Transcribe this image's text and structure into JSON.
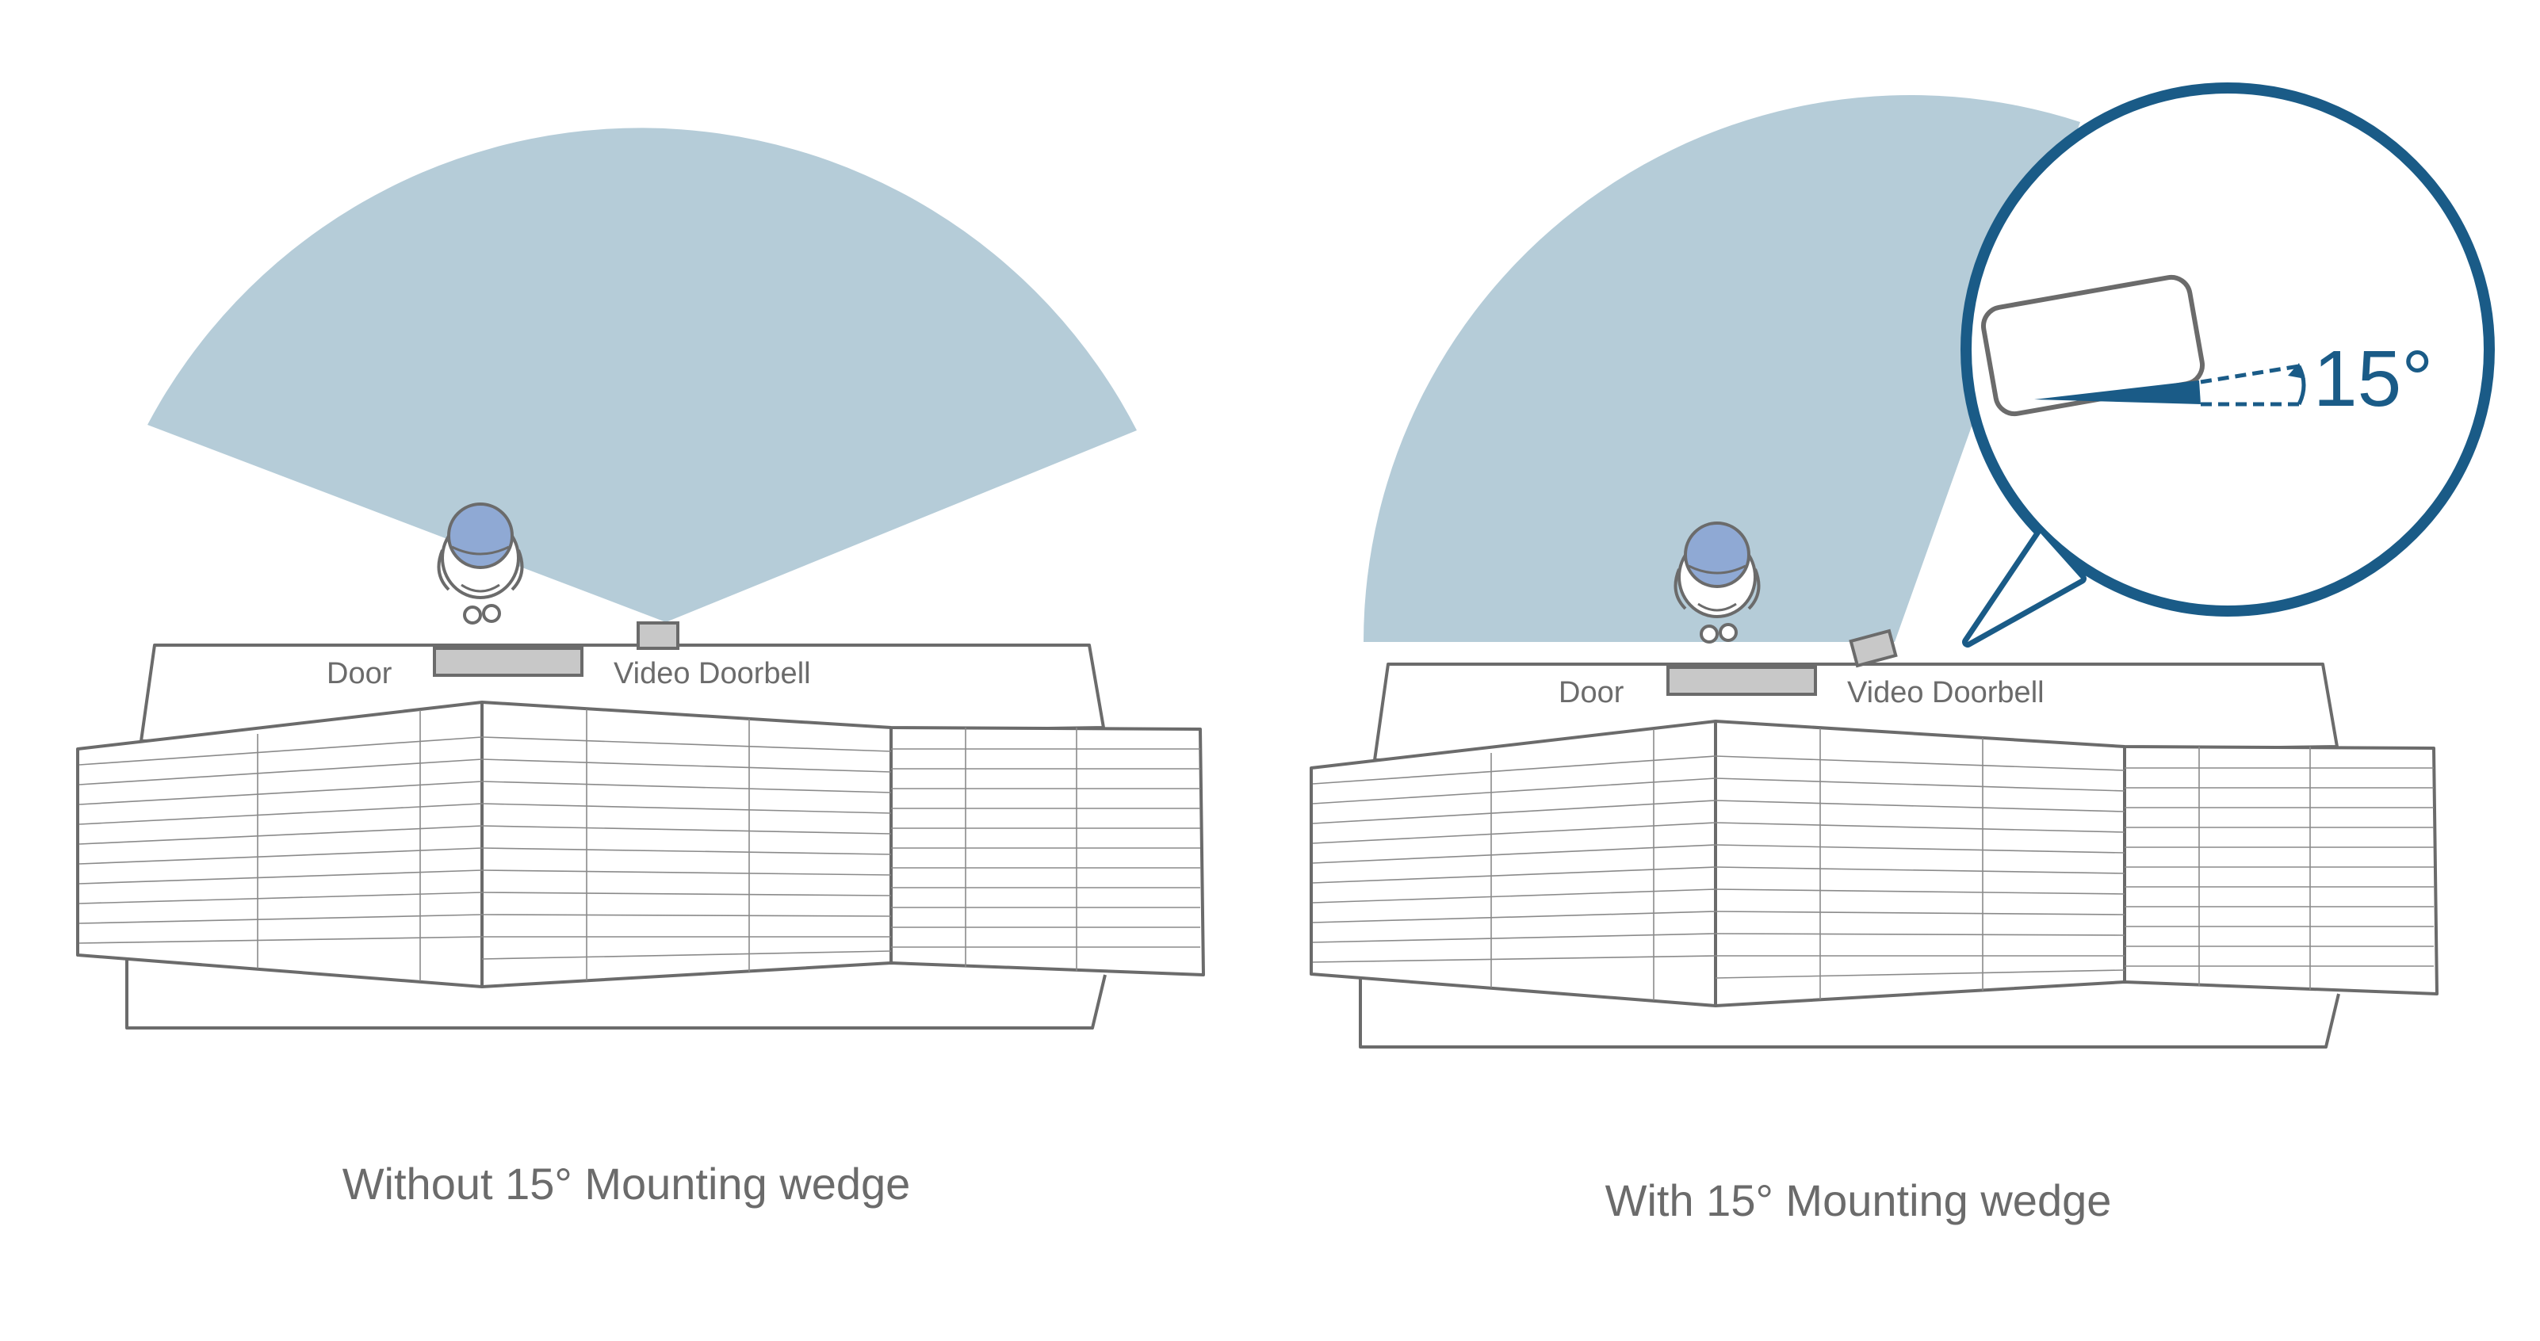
{
  "colors": {
    "field_of_view": "#b5ccd8",
    "outline": "#6b6b6b",
    "accent": "#1a5b87",
    "person": "#8fa9d4",
    "device": "#c8c8c8"
  },
  "panels": [
    {
      "door_label": "Door",
      "doorbell_label": "Video Doorbell",
      "caption": "Without 15° Mounting wedge"
    },
    {
      "door_label": "Door",
      "doorbell_label": "Video Doorbell",
      "caption": "With 15° Mounting wedge"
    }
  ],
  "callout": {
    "angle_label": "15°"
  }
}
